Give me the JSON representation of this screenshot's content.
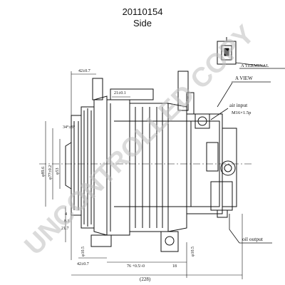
{
  "header": {
    "part_number": "20110154",
    "view_name": "Side"
  },
  "callouts": {
    "terminal": "A TERMINAL",
    "view": "A VIEW",
    "air_input": "air input",
    "thread": "M16×1.5p",
    "oil_output": "oil output"
  },
  "dimensions": {
    "top_left": "42±0.7",
    "top_mid": "21±0.1",
    "angle": "34°±8°",
    "dia_89": "φ89.6",
    "dia_77": "φ77±0.2",
    "dia_53": "φ53",
    "dim_4": "4",
    "dim_8_3": "8.3",
    "dim_21_7": "21.7",
    "dia_10_5_left": "φ10.5",
    "bottom_42": "42±0.7",
    "bottom_76": "76 +0.5/-0",
    "bottom_18": "18",
    "dia_10_5_right": "φ10.5",
    "overall": "(228)"
  },
  "watermark": "UNCONTROLLED COPY"
}
